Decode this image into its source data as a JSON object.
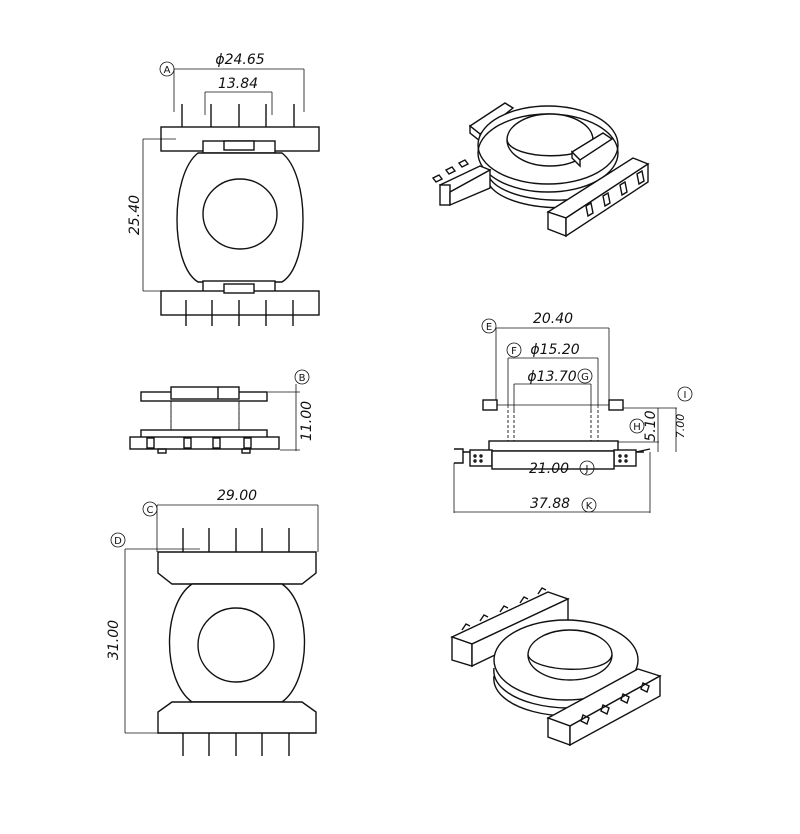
{
  "top_view": {
    "marker": "A",
    "dim_outer_diameter": "ϕ24.65",
    "dim_pin_span": "13.84",
    "dim_height": "25.40"
  },
  "side_view": {
    "marker": "B",
    "dim_height": "11.00"
  },
  "bottom_view": {
    "marker_c": "C",
    "marker_d": "D",
    "dim_width": "29.00",
    "dim_height": "31.00"
  },
  "section_view": {
    "marker_e": "E",
    "marker_f": "F",
    "marker_g": "G",
    "marker_h": "H",
    "marker_i": "I",
    "marker_j": "J",
    "marker_k": "K",
    "dim_top_width": "20.40",
    "dim_outer_bore": "ϕ15.20",
    "dim_inner_bore": "ϕ13.70",
    "dim_flange_height": "5.10",
    "dim_total_height": "7.00",
    "dim_base_width": "21.00",
    "dim_overall_width": "37.88"
  }
}
